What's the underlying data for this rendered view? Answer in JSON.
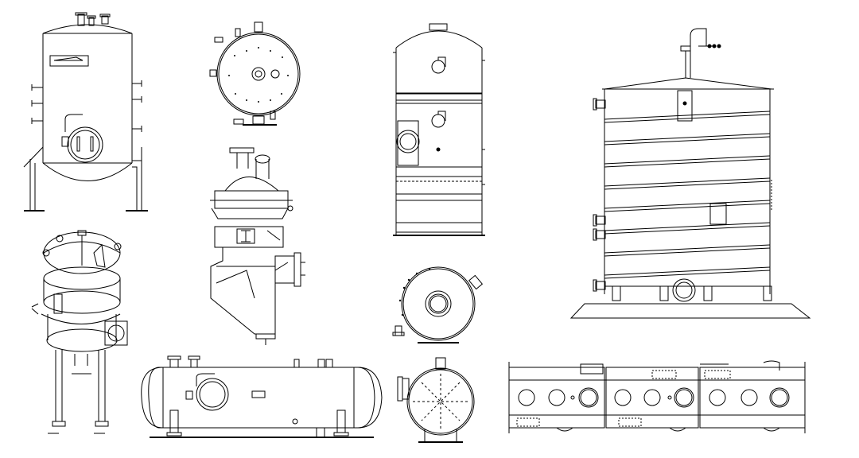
{
  "drawing": {
    "stroke_color": "#000000",
    "background_color": "#ffffff",
    "figures": [
      {
        "name": "vertical-vessel-with-legs",
        "icon": "pressure-vessel-icon"
      },
      {
        "name": "round-vessel-top-view",
        "icon": "top-view-icon"
      },
      {
        "name": "vertical-column-vessel",
        "icon": "column-icon"
      },
      {
        "name": "tank-with-helical-coil",
        "icon": "coiled-tank-icon"
      },
      {
        "name": "isometric-vessel-on-legs",
        "icon": "isometric-vessel-icon"
      },
      {
        "name": "cyclone-separator",
        "icon": "cyclone-icon"
      },
      {
        "name": "round-head-end-view",
        "icon": "end-view-icon"
      },
      {
        "name": "horizontal-vessel-saddles",
        "icon": "horizontal-vessel-icon"
      },
      {
        "name": "vessel-end-view-on-saddle",
        "icon": "saddle-end-view-icon"
      },
      {
        "name": "shell-plate-development",
        "icon": "plate-layout-icon"
      }
    ]
  }
}
